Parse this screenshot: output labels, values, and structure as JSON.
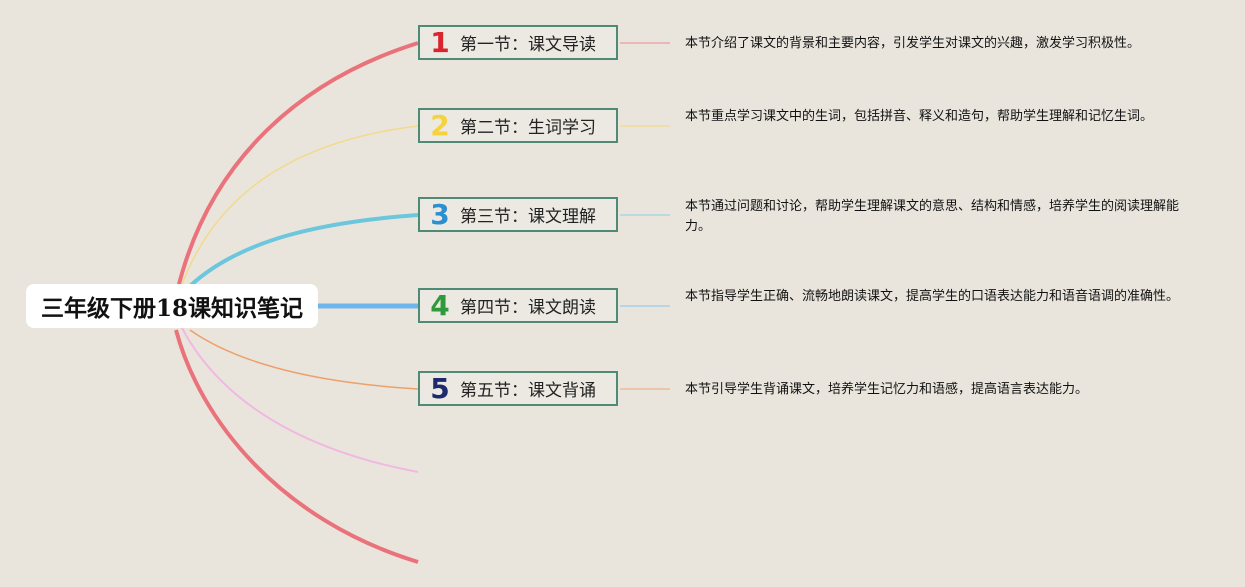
{
  "root": {
    "title": "三年级下册18课知识笔记"
  },
  "sections": [
    {
      "number": "1",
      "label": "第一节：课文导读",
      "color": "#d9262e",
      "description": "本节介绍了课文的背景和主要内容，引发学生对课文的兴趣，激发学习积极性。"
    },
    {
      "number": "2",
      "label": "第二节：生词学习",
      "color": "#f5d23f",
      "description": "本节重点学习课文中的生词，包括拼音、释义和造句，帮助学生理解和记忆生词。"
    },
    {
      "number": "3",
      "label": "第三节：课文理解",
      "color": "#2b8fd0",
      "description": "本节通过问题和讨论，帮助学生理解课文的意思、结构和情感，培养学生的阅读理解能力。"
    },
    {
      "number": "4",
      "label": "第四节：课文朗读",
      "color": "#2e9a3c",
      "description": "本节指导学生正确、流畅地朗读课文，提高学生的口语表达能力和语音语调的准确性。"
    },
    {
      "number": "5",
      "label": "第五节：课文背诵",
      "color": "#1d2a6e",
      "description": "本节引导学生背诵课文，培养学生记忆力和语感，提高语言表达能力。"
    }
  ]
}
